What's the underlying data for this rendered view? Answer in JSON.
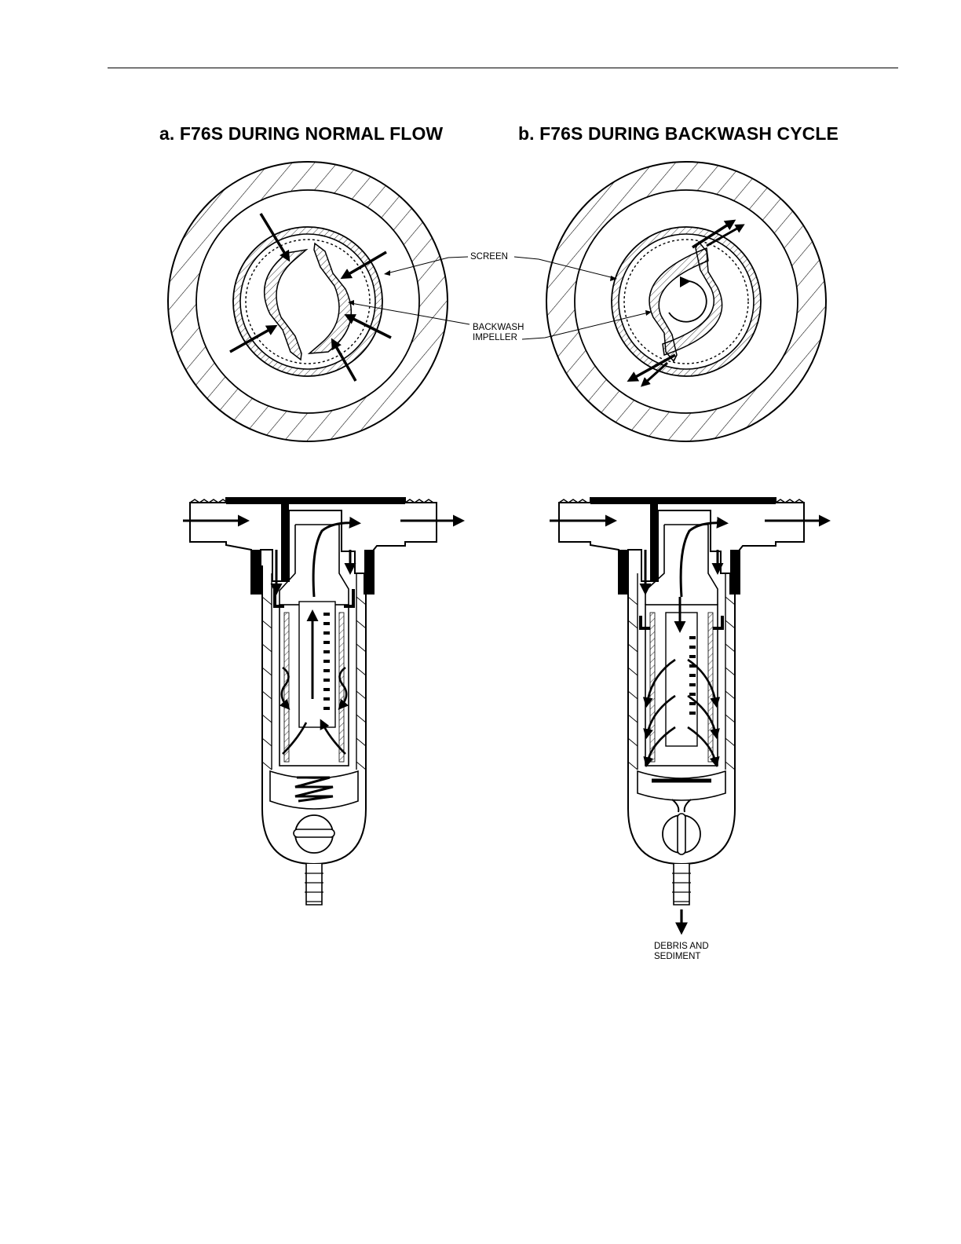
{
  "panels": {
    "a_title": "a. F76S DURING NORMAL FLOW",
    "b_title": "b. F76S DURING BACKWASH CYCLE"
  },
  "callouts": {
    "screen": "SCREEN",
    "backwash_line1": "BACKWASH",
    "backwash_line2": "IMPELLER",
    "debris_line1": "DEBRIS AND",
    "debris_line2": "SEDIMENT"
  }
}
